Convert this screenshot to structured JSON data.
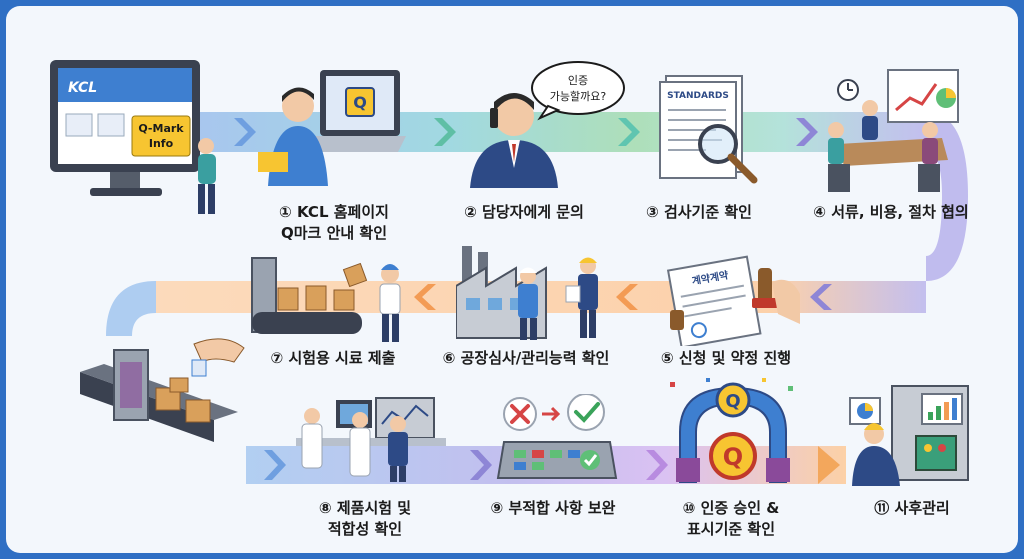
{
  "diagram": {
    "steps": [
      {
        "no": "①",
        "line1": "KCL 홈페이지",
        "line2": "Q마크 안내 확인"
      },
      {
        "no": "②",
        "line1": "담당자에게 문의",
        "line2": ""
      },
      {
        "no": "③",
        "line1": "검사기준 확인",
        "line2": ""
      },
      {
        "no": "④",
        "line1": "서류, 비용, 절차 협의",
        "line2": ""
      },
      {
        "no": "⑤",
        "line1": "신청 및 약정 진행",
        "line2": ""
      },
      {
        "no": "⑥",
        "line1": "공장심사/관리능력 확인",
        "line2": ""
      },
      {
        "no": "⑦",
        "line1": "시험용 시료 제출",
        "line2": ""
      },
      {
        "no": "⑧",
        "line1": "제품시험 및",
        "line2": "적합성 확인"
      },
      {
        "no": "⑨",
        "line1": "부적합 사항 보완",
        "line2": ""
      },
      {
        "no": "⑩",
        "line1": "인증 승인 &",
        "line2": "표시기준 확인"
      },
      {
        "no": "⑪",
        "line1": "사후관리",
        "line2": ""
      }
    ],
    "monitor": {
      "brand": "KCL",
      "badge": "Q-Mark\nInfo",
      "badge_line1": "Q-Mark",
      "badge_line2": "Info"
    },
    "speech": {
      "line1": "인증",
      "line2": "가능할까요?"
    },
    "document": {
      "title": "STANDARDS"
    },
    "contract": {
      "title": "계약계약"
    },
    "logo_letter": "Q",
    "colors": {
      "frame": "#2f6fc4",
      "panel": "#f3f7fc",
      "row1_band": [
        "#5b8fd6",
        "#56b4c9",
        "#6cc08a",
        "#64c3b7",
        "#8e86d6"
      ],
      "row2_band": [
        "#ffb36b",
        "#f39b54"
      ],
      "row3_band": [
        "#5b8fd6",
        "#8e86d6",
        "#b88be0",
        "#f3a75c"
      ]
    }
  }
}
